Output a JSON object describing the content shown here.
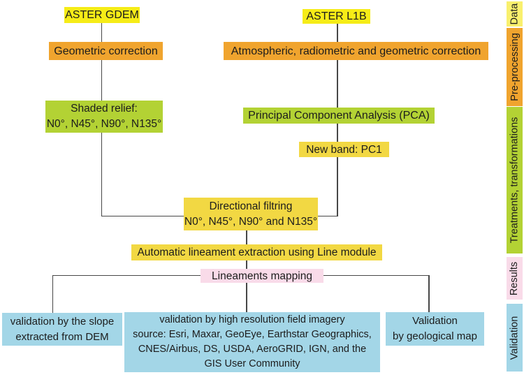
{
  "colors": {
    "bright_yellow": "#f6ec17",
    "pale_yellow": "#f9f06e",
    "orange": "#f0a42e",
    "green": "#b3d234",
    "golden_yellow": "#f2d843",
    "pink": "#f9dbe9",
    "blue": "#a3d6e7",
    "line": "#474747"
  },
  "nodes": {
    "aster_gdem": "ASTER GDEM",
    "aster_l1b": "ASTER L1B",
    "geometric_correction": "Geometric correction",
    "atmospheric_correction": "Atmospheric, radiometric and geometric correction",
    "shaded_relief": [
      "Shaded relief:",
      "N0°, N45°, N90°,  N135°"
    ],
    "pca": "Principal Component Analysis (PCA)",
    "new_band": "New band: PC1",
    "directional_filtering": [
      "Directional filtring",
      "N0°, N45°, N90° and N135°"
    ],
    "automatic_extraction": "Automatic lineament extraction using Line module",
    "lineaments_mapping": "Lineaments mapping",
    "validation_slope": [
      "validation by the slope",
      "extracted from DEM"
    ],
    "validation_imagery": [
      "validation by high resolution field imagery",
      "source: Esri, Maxar, GeoEye, Earthstar Geographics,",
      "CNES/Airbus, DS, USDA, AeroGRID, IGN, and the",
      "GIS User Community"
    ],
    "validation_geomap": [
      "Validation",
      "by geological map"
    ]
  },
  "sidebar": [
    {
      "id": "data",
      "label": "Data"
    },
    {
      "id": "preprocessing",
      "label": "Pre-processing"
    },
    {
      "id": "treatments",
      "label": "Treatments, transformations"
    },
    {
      "id": "results",
      "label": "Results"
    },
    {
      "id": "validation",
      "label": "Validation"
    }
  ]
}
